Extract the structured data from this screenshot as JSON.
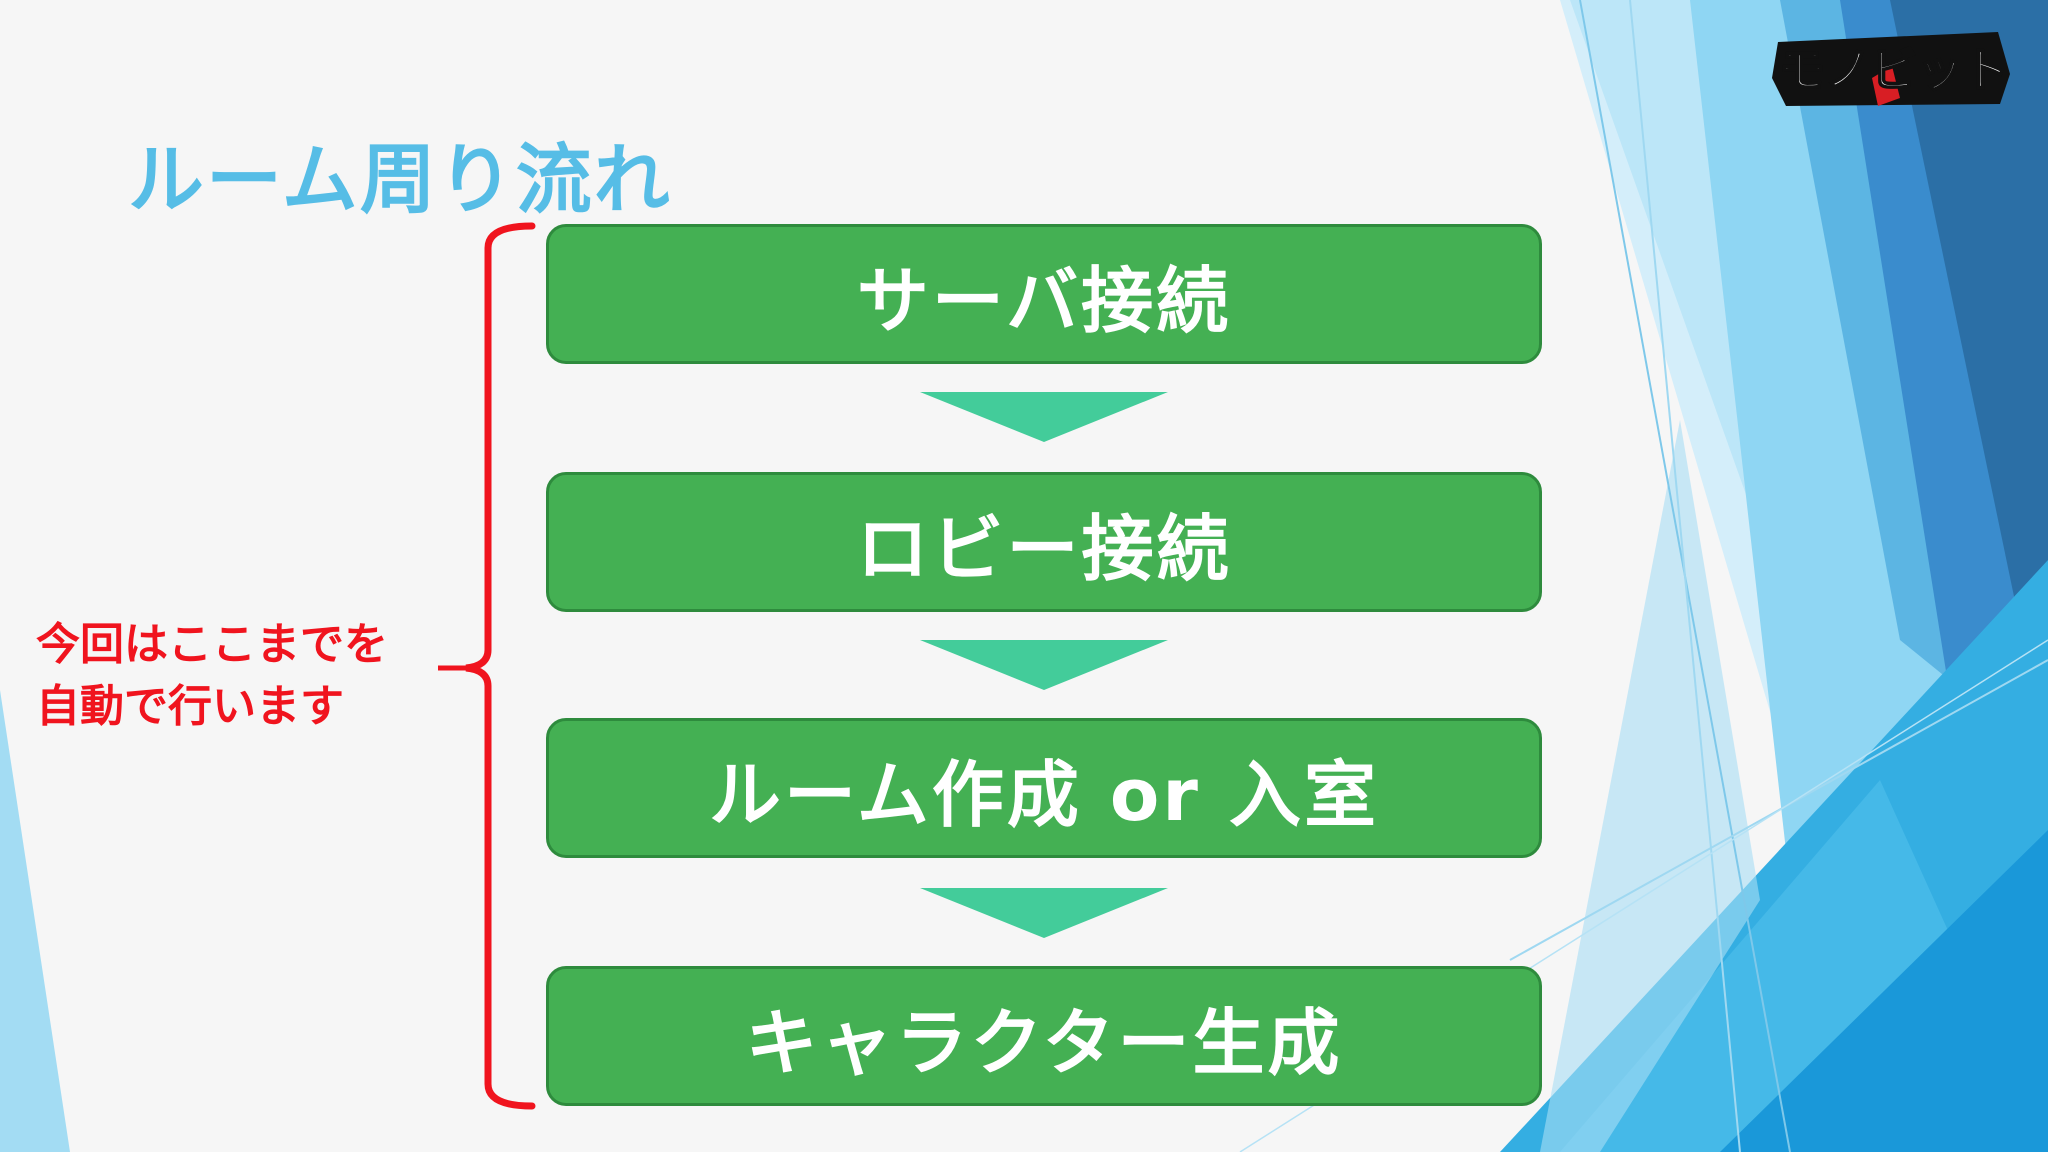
{
  "slide": {
    "title": "ルーム周り流れ",
    "logo_text": "モノビット",
    "steps": [
      "サーバ接続",
      "ロビー接続",
      "ルーム作成 or 入室",
      "キャラクター生成"
    ],
    "note_lines": [
      "今回はここまでを",
      "自動で行います"
    ]
  },
  "colors": {
    "title": "#56bde6",
    "step_fill": "#44b053",
    "arrow": "#43cc9a",
    "note": "#f0141e",
    "bg_blue_light": "#8fd6f3",
    "bg_blue_mid": "#3fa9de",
    "bg_blue_dark": "#2b6fa6"
  }
}
